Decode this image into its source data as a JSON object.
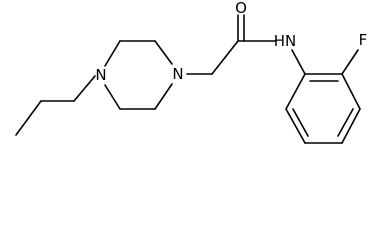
{
  "molecule": {
    "atoms": [
      {
        "id": "O1",
        "element": "O",
        "label": "O"
      },
      {
        "id": "N_amide",
        "element": "N",
        "label": "HN"
      },
      {
        "id": "F1",
        "element": "F",
        "label": "F"
      },
      {
        "id": "N_pip1",
        "element": "N",
        "label": "N"
      },
      {
        "id": "N_pip2",
        "element": "N",
        "label": "N"
      }
    ]
  }
}
